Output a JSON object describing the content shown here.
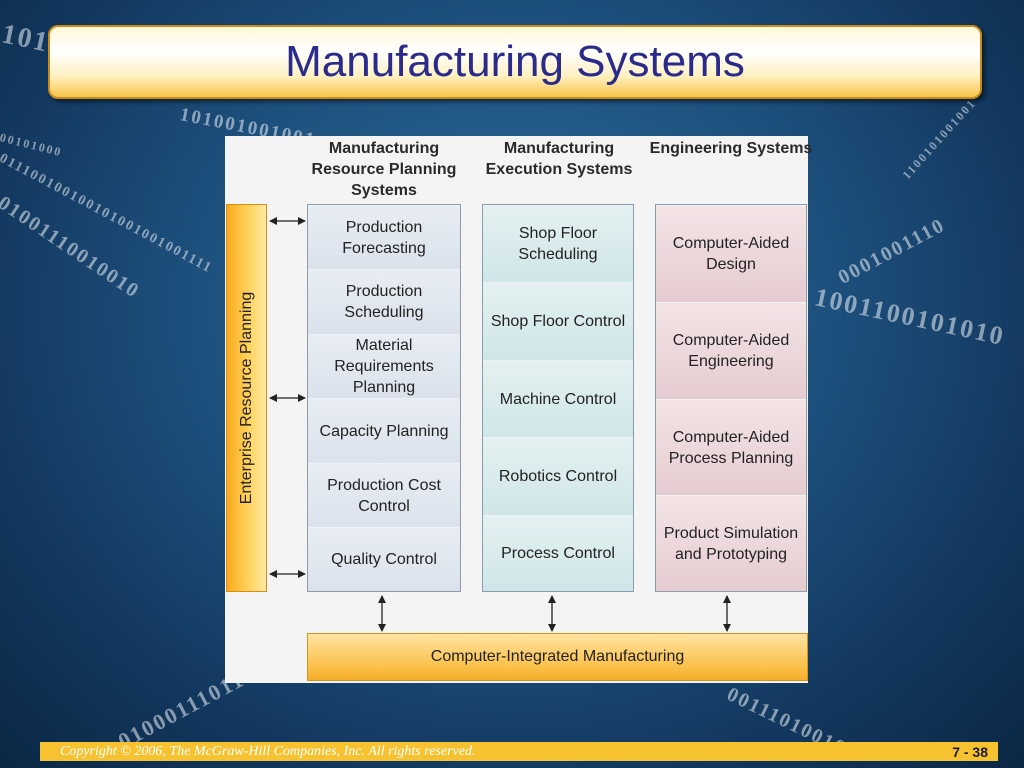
{
  "slide": {
    "title": "Manufacturing Systems",
    "footer": {
      "copyright": "Copyright © 2006, The McGraw-Hill Companies, Inc. All rights reserved.",
      "page": "7 - 38"
    }
  },
  "background": {
    "binary_strings": [
      "101",
      "101001001001",
      "011100100100101001001001111",
      "01001110010010",
      "0001001110",
      "1001100101010",
      "01000111011",
      "00111010010",
      "1100101001001",
      "00101000"
    ]
  },
  "diagram": {
    "erp_label": "Enterprise Resource Planning",
    "cim_label": "Computer-Integrated Manufacturing",
    "columns": [
      {
        "heading": "Manufacturing Resource Planning Systems",
        "items": [
          "Production Forecasting",
          "Production Scheduling",
          "Material Requirements Planning",
          "Capacity Planning",
          "Production Cost Control",
          "Quality Control"
        ]
      },
      {
        "heading": "Manufacturing Execution Systems",
        "items": [
          "Shop Floor Scheduling",
          "Shop Floor Control",
          "Machine Control",
          "Robotics Control",
          "Process Control"
        ]
      },
      {
        "heading": "Engineering Systems",
        "items": [
          "Computer-Aided Design",
          "Computer-Aided Engineering",
          "Computer-Aided Process Planning",
          "Product Simulation and Prototyping"
        ]
      }
    ]
  },
  "colors": {
    "title_text": "#2b2b8c",
    "title_bar": "#f8c44a",
    "mrp_column": "#d9e1eb",
    "mes_column": "#cfe6e8",
    "eng_column": "#e5ccd1",
    "erp_bar": "#fbb22a",
    "cim_bar": "#fbc14a",
    "footer_bar": "#f7c230"
  }
}
